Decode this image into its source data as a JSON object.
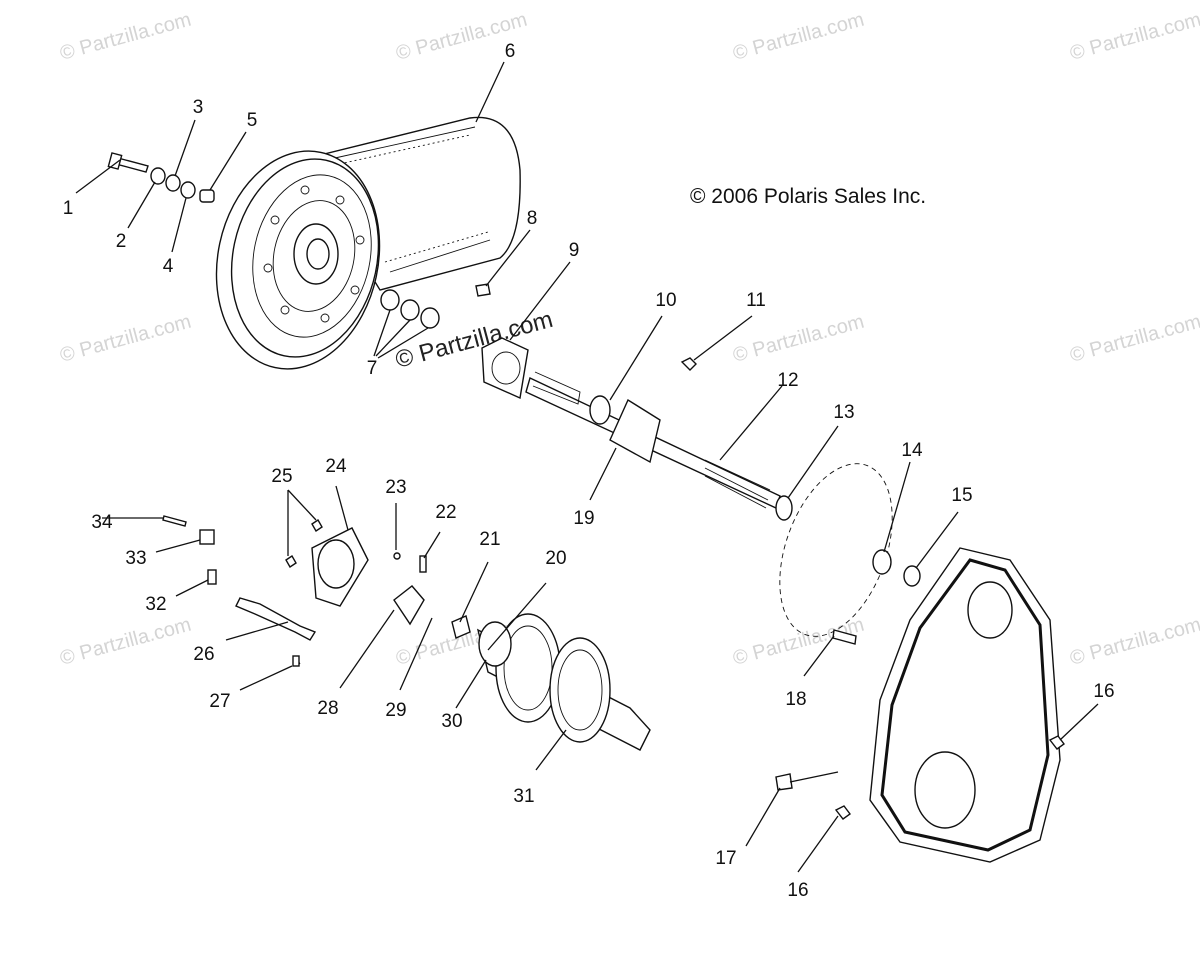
{
  "copyright": "© 2006 Polaris Sales Inc.",
  "watermark": "© Partzilla.com",
  "callouts": [
    "1",
    "2",
    "3",
    "4",
    "5",
    "6",
    "7",
    "8",
    "9",
    "10",
    "11",
    "12",
    "13",
    "14",
    "15",
    "16",
    "16",
    "17",
    "18",
    "19",
    "20",
    "21",
    "22",
    "23",
    "24",
    "25",
    "26",
    "27",
    "28",
    "29",
    "30",
    "31",
    "32",
    "33",
    "34"
  ],
  "colors": {
    "line": "#111111",
    "watermark": "#d4d4d4",
    "background": "#ffffff"
  }
}
